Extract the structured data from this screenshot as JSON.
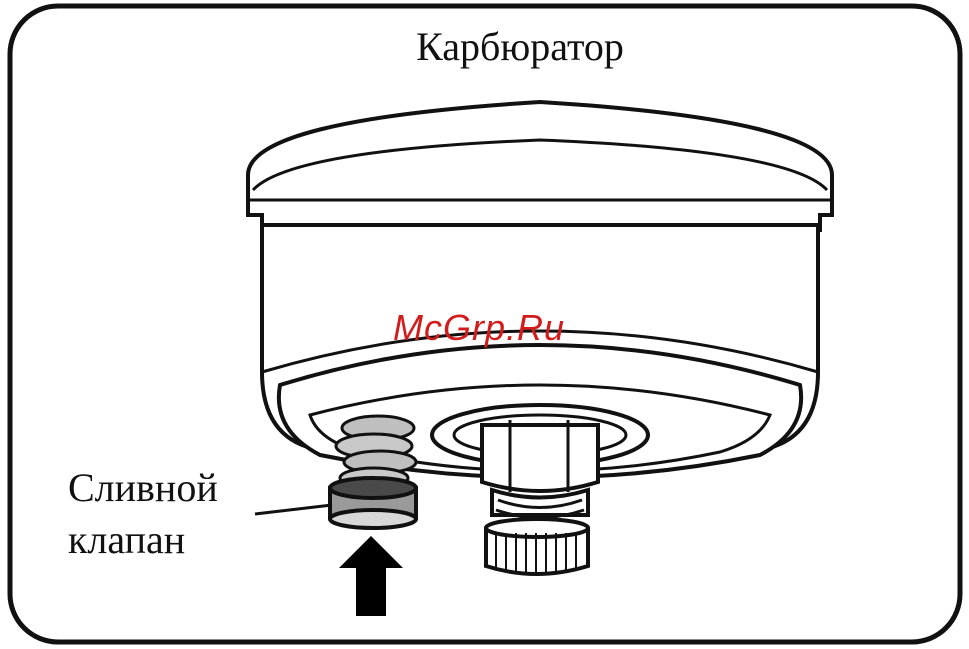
{
  "diagram": {
    "title": "Карбюратор",
    "labels": {
      "drain_line1": "Сливной",
      "drain_line2": "клапан"
    },
    "watermark": "McGrp.Ru"
  },
  "colors": {
    "stroke": "#111111",
    "fill": "#ffffff",
    "shade": "#cfcfcf",
    "shade_dark": "#9a9a9a",
    "watermark": "#d21c1c"
  }
}
